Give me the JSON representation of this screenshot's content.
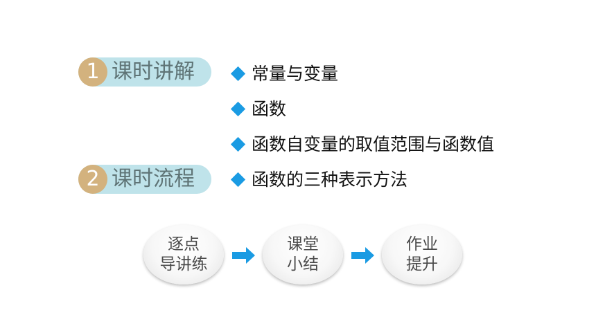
{
  "sections": [
    {
      "number": "1",
      "label": "课时讲解"
    },
    {
      "number": "2",
      "label": "课时流程"
    }
  ],
  "topics": [
    "常量与变量",
    "函数",
    "函数自变量的取值范围与函数值",
    "函数的三种表示方法"
  ],
  "flow": [
    {
      "line1": "逐点",
      "line2": "导讲练"
    },
    {
      "line1": "课堂",
      "line2": "小结"
    },
    {
      "line1": "作业",
      "line2": "提升"
    }
  ],
  "colors": {
    "accent_blue": "#1a9be3",
    "pill_bg": "#bfe3ea",
    "badge": "#d3b27e"
  }
}
